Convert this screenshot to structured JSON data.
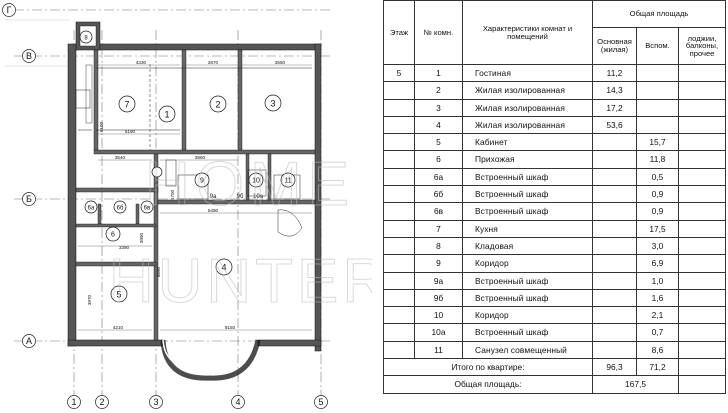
{
  "plan": {
    "axes_vertical": [
      "1",
      "2",
      "3",
      "4",
      "5"
    ],
    "axes_horizontal": [
      "Г",
      "В",
      "Б",
      "А"
    ],
    "dimensions": [
      "4330",
      "2870",
      "3550",
      "6100",
      "5190",
      "3540",
      "3860",
      "5490",
      "1700",
      "3390",
      "3990",
      "6690",
      "3970",
      "4210",
      "8150"
    ],
    "rooms": [
      "7",
      "1",
      "2",
      "3",
      "9",
      "10",
      "11",
      "6а",
      "6б",
      "6в",
      "6",
      "5",
      "4",
      "9а",
      "9б",
      "10а",
      "8"
    ],
    "watermark_top": "HOME",
    "watermark_bottom": "HUNTER"
  },
  "table": {
    "headers": {
      "floor": "Этаж",
      "number": "№ комн.",
      "description": "Характеристики комнат и помещений",
      "total_area": "Общая площадь",
      "main": "Основная (жилая)",
      "aux": "Вспом.",
      "other": "лоджии, балконы, прочее"
    },
    "rows": [
      {
        "floor": "5",
        "num": "1",
        "name": "Гостиная",
        "main": "11,2",
        "aux": "",
        "other": ""
      },
      {
        "floor": "",
        "num": "2",
        "name": "Жилая изолированная",
        "main": "14,3",
        "aux": "",
        "other": ""
      },
      {
        "floor": "",
        "num": "3",
        "name": "Жилая изолированная",
        "main": "17,2",
        "aux": "",
        "other": ""
      },
      {
        "floor": "",
        "num": "4",
        "name": "Жилая изолированная",
        "main": "53,6",
        "aux": "",
        "other": ""
      },
      {
        "floor": "",
        "num": "5",
        "name": "Кабинет",
        "main": "",
        "aux": "15,7",
        "other": ""
      },
      {
        "floor": "",
        "num": "6",
        "name": "Прихожая",
        "main": "",
        "aux": "11,8",
        "other": ""
      },
      {
        "floor": "",
        "num": "6а",
        "name": "Встроенный шкаф",
        "main": "",
        "aux": "0,5",
        "other": ""
      },
      {
        "floor": "",
        "num": "6б",
        "name": "Встроенный шкаф",
        "main": "",
        "aux": "0,9",
        "other": ""
      },
      {
        "floor": "",
        "num": "6в",
        "name": "Встроенный шкаф",
        "main": "",
        "aux": "0,9",
        "other": ""
      },
      {
        "floor": "",
        "num": "7",
        "name": "Кухня",
        "main": "",
        "aux": "17,5",
        "other": ""
      },
      {
        "floor": "",
        "num": "8",
        "name": "Кладовая",
        "main": "",
        "aux": "3,0",
        "other": ""
      },
      {
        "floor": "",
        "num": "9",
        "name": "Коридор",
        "main": "",
        "aux": "6,9",
        "other": ""
      },
      {
        "floor": "",
        "num": "9а",
        "name": "Встроенный шкаф",
        "main": "",
        "aux": "1,0",
        "other": ""
      },
      {
        "floor": "",
        "num": "9б",
        "name": "Встроенный шкаф",
        "main": "",
        "aux": "1,6",
        "other": ""
      },
      {
        "floor": "",
        "num": "10",
        "name": "Коридор",
        "main": "",
        "aux": "2,1",
        "other": ""
      },
      {
        "floor": "",
        "num": "10а",
        "name": "Встроенный шкаф",
        "main": "",
        "aux": "0,7",
        "other": ""
      },
      {
        "floor": "",
        "num": "11",
        "name": "Санузел совмещенный",
        "main": "",
        "aux": "8,6",
        "other": ""
      }
    ],
    "subtotal_label": "Итого по квартире:",
    "subtotal_main": "96,3",
    "subtotal_aux": "71,2",
    "grand_total_label": "Общая площадь:",
    "grand_total": "167,5"
  }
}
